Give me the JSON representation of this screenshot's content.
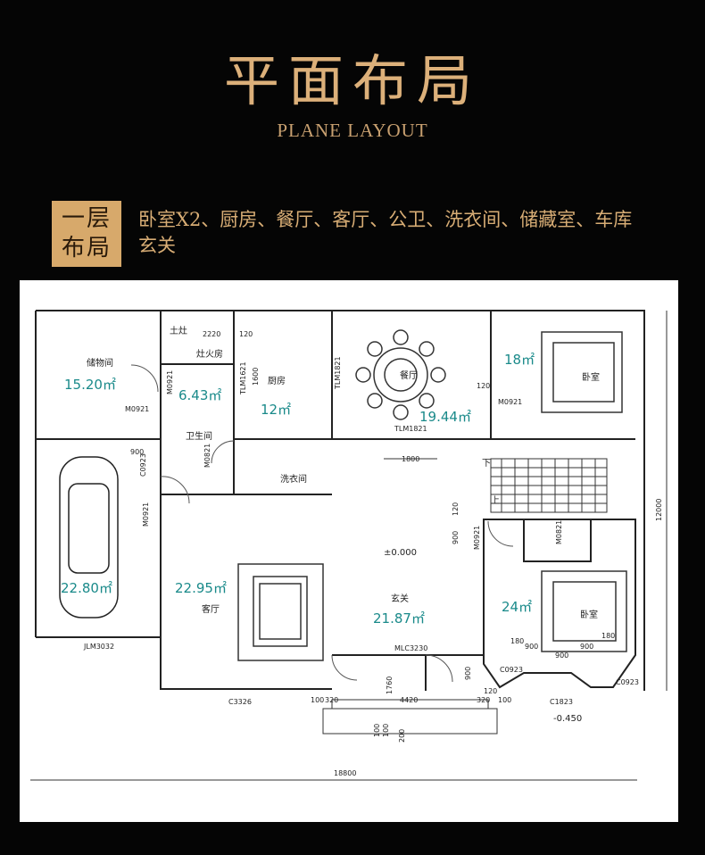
{
  "header": {
    "title": "平面布局",
    "subtitle": "PLANE LAYOUT"
  },
  "floor": {
    "badge_line1": "一层",
    "badge_line2": "布局",
    "desc_line1": "卧室X2、厨房、餐厅、客厅、公卫、洗衣间、储藏室、车库",
    "desc_line2": "玄关"
  },
  "plan": {
    "rooms": {
      "storage": {
        "name": "储物间",
        "area": "15.20㎡"
      },
      "stove": {
        "name": "灶火房",
        "area": "6.43㎡",
        "tag": "土灶"
      },
      "kitchen": {
        "name": "厨房",
        "area": "12㎡"
      },
      "dining": {
        "name": "餐厅",
        "area": "19.44㎡"
      },
      "bedroom1": {
        "name": "卧室",
        "area": "18㎡"
      },
      "bath": {
        "name": "卫生间"
      },
      "laundry": {
        "name": "洗衣间"
      },
      "garage": {
        "area": "22.80㎡"
      },
      "living": {
        "name": "客厅",
        "area": "22.95㎡"
      },
      "foyer": {
        "name": "玄关",
        "area": "21.87㎡"
      },
      "bedroom2": {
        "name": "卧室",
        "area": "24㎡"
      }
    },
    "labels": {
      "up": "上",
      "down": "下",
      "elev0": "±0.000",
      "elev1": "-0.450"
    },
    "codes": {
      "d2220": "2220",
      "d120a": "120",
      "m0921a": "M0921",
      "m0921b": "M0921",
      "m0921c": "M0921",
      "m0921d": "M0921",
      "m0921e": "M0921",
      "m0821a": "M0821",
      "m0821b": "M0821",
      "tlm1621": "TLM1621",
      "d1600": "1600",
      "tlm1821a": "TLM1821",
      "tlm1821b": "TLM1821",
      "c0923a": "C0923",
      "c0923b": "C0923",
      "c0923c": "C0923",
      "d900a": "900",
      "d900b": "900",
      "d900c": "900",
      "d900d": "900",
      "d1800": "1800",
      "d120b": "120",
      "d120c": "120",
      "d120d": "120",
      "d12000": "12000",
      "jlm3032": "JLM3032",
      "mlc3230": "MLC3230",
      "c3326": "C3326",
      "c1823": "C1823",
      "d4420": "4420",
      "d1760": "1760",
      "d100a": "100",
      "d320a": "320",
      "d320b": "320",
      "d100b": "100",
      "d100c": "100",
      "d100d": "100",
      "d200": "200",
      "d18800": "18800",
      "d180a": "180",
      "d180b": "180",
      "d900e": "900",
      "d900f": "900"
    }
  }
}
